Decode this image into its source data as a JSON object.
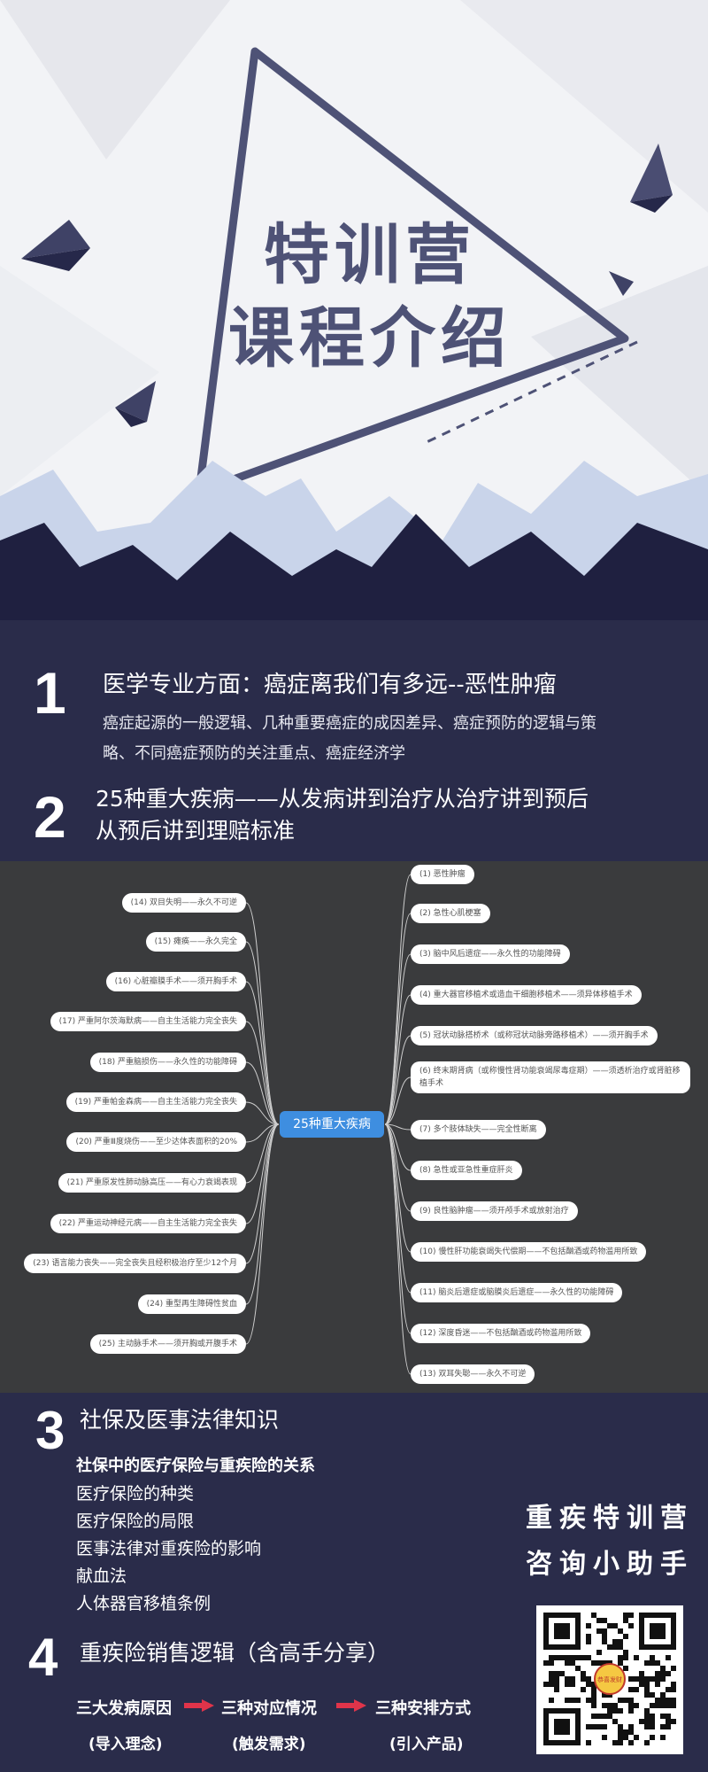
{
  "hero": {
    "title_line1": "特训营",
    "title_line2": "课程介绍",
    "colors": {
      "background": "#f2f3f6",
      "accent": "#4e5276",
      "mountain": "#1f2040"
    }
  },
  "sections": {
    "s1": {
      "number": "1",
      "title": "医学专业方面：癌症离我们有多远--恶性肿瘤",
      "desc_line1": "癌症起源的一般逻辑、几种重要癌症的成因差异、癌症预防的逻辑与策",
      "desc_line2": "略、不同癌症预防的关注重点、癌症经济学"
    },
    "s2": {
      "number": "2",
      "title_line1": "25种重大疾病——从发病讲到治疗从治疗讲到预后",
      "title_line2": "从预后讲到理赔标准"
    },
    "s3": {
      "number": "3",
      "title": "社保及医事法律知识",
      "items": [
        "社保中的医疗保险与重疾险的关系",
        "医疗保险的种类",
        "医疗保险的局限",
        "医事法律对重疾险的影响",
        "献血法",
        "人体器官移植条例"
      ]
    },
    "s4": {
      "number": "4",
      "title": "重疾险销售逻辑（含高手分享）",
      "flow": [
        {
          "label": "三大发病原因",
          "sub": "(导入理念)"
        },
        {
          "label": "三种对应情况",
          "sub": "(触发需求)"
        },
        {
          "label": "三种安排方式",
          "sub": "(引入产品)"
        }
      ]
    }
  },
  "mindmap": {
    "center": "25种重大疾病",
    "left": [
      "(14) 双目失明——永久不可逆",
      "(15) 瘫痪——永久完全",
      "(16) 心脏瓣膜手术——须开胸手术",
      "(17) 严重阿尔茨海默病——自主生活能力完全丧失",
      "(18) 严重脑损伤——永久性的功能障碍",
      "(19) 严重帕金森病——自主生活能力完全丧失",
      "(20) 严重Ⅲ度烧伤——至少达体表面积的20%",
      "(21) 严重原发性肺动脉高压——有心力衰竭表现",
      "(22) 严重运动神经元病——自主生活能力完全丧失",
      "(23) 语言能力丧失——完全丧失且经积极治疗至少12个月",
      "(24) 重型再生障碍性贫血",
      "(25) 主动脉手术——须开胸或开腹手术"
    ],
    "right": [
      "(1) 恶性肿瘤",
      "(2) 急性心肌梗塞",
      "(3) 脑中风后遗症——永久性的功能障碍",
      "(4) 重大器官移植术或造血干细胞移植术——须异体移植手术",
      "(5) 冠状动脉搭桥术（或称冠状动脉旁路移植术）——须开胸手术",
      "(6) 终末期肾病（或称慢性肾功能衰竭尿毒症期）——须透析治疗或肾脏移植手术",
      "(7) 多个肢体缺失——完全性断离",
      "(8) 急性或亚急性重症肝炎",
      "(9) 良性脑肿瘤——须开颅手术或放射治疗",
      "(10) 慢性肝功能衰竭失代偿期——不包括酗酒或药物滥用所致",
      "(11) 脑炎后遗症或脑膜炎后遗症——永久性的功能障碍",
      "(12) 深度昏迷——不包括酗酒或药物滥用所致",
      "(13) 双耳失聪——永久不可逆"
    ],
    "colors": {
      "background": "#3a3b3d",
      "center": "#3e8ee0",
      "line": "#cfcfcf"
    }
  },
  "contact": {
    "line1": "重疾特训营",
    "line2": "咨询小助手"
  },
  "qr": {
    "icon": "qr-code-icon",
    "badge_text": "恭喜发财"
  }
}
